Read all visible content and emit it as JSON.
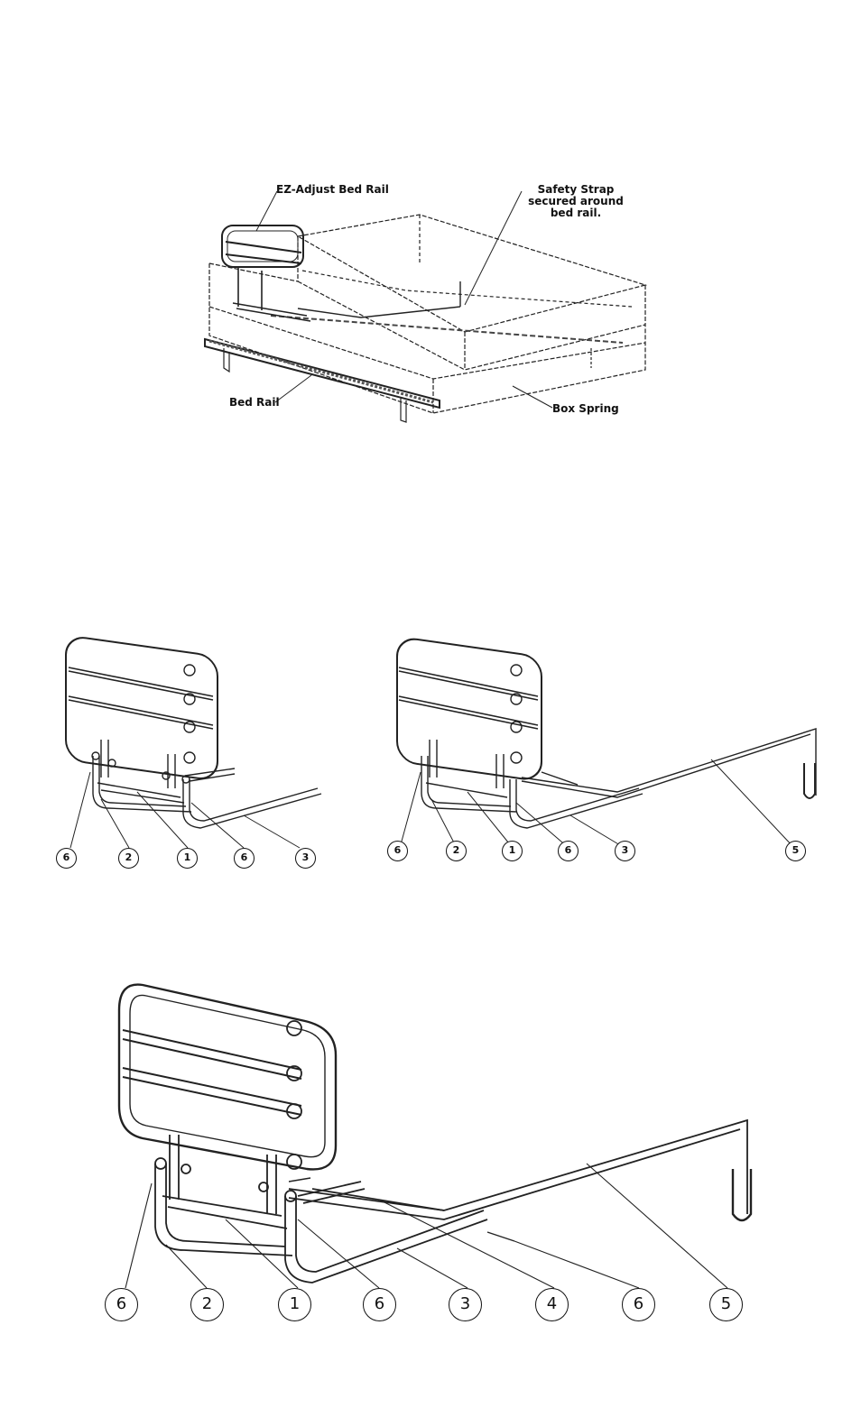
{
  "figure1": {
    "labels": {
      "ez_adjust": "EZ-Adjust Bed Rail",
      "safety_strap": [
        "Safety Strap",
        "secured around",
        "bed rail."
      ],
      "bed_rail": "Bed Rail",
      "box_spring": "Box Spring"
    }
  },
  "figure2": {
    "callouts": [
      "6",
      "2",
      "1",
      "6",
      "3"
    ]
  },
  "figure3": {
    "callouts": [
      "6",
      "2",
      "1",
      "6",
      "3",
      "5"
    ]
  },
  "figure4": {
    "callouts": [
      "6",
      "2",
      "1",
      "6",
      "3",
      "4",
      "6",
      "5"
    ]
  }
}
